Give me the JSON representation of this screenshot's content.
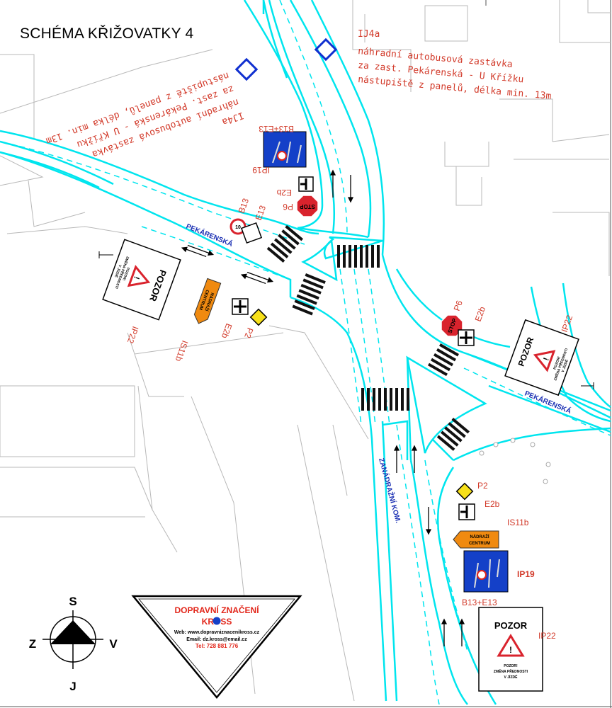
{
  "title": "SCHÉMA KŘIŽOVATKY 4",
  "notes": {
    "ij4a_code": "IJ4a",
    "ij4a_line1": "náhradní autobusová zastávka",
    "ij4a_line2": "za zast. Pekárenská - U Křížku",
    "ij4a_line3": "nástupiště z panelů, délka min. 13m",
    "ij4_code": "IJ4a",
    "ij4_line1": "náhradní autobusová zastávka",
    "ij4_line2": "za zast. Pekárenská - U Křížku",
    "ij4_line3": "nástupiště z panelů, délka min. 13m"
  },
  "roads": {
    "pekarenska_west": "PEKÁRENSKÁ",
    "pekarenska_east": "PEKÁRENSKÁ",
    "zanadrazni": "ZANÁDRAŽNÍ KOM."
  },
  "sign_codes": {
    "b13_e13_top": "B13+E13",
    "ip19_top": "IP19",
    "e2b_top": "E2b",
    "p6_top": "P6",
    "b13_left": "B13",
    "e13_left": "E13",
    "ip22_left": "IP22",
    "is11b_left": "IS11b",
    "e2b_left": "E2b",
    "p2_left": "P2",
    "p6_right": "P6",
    "e2b_right": "E2b",
    "ip22_right": "IP22",
    "p2_bottom": "P2",
    "e2b_bottom": "E2b",
    "is11b_bottom": "IS11b",
    "ip19_bottom": "IP19",
    "b13_e13_bottom": "B13+E13",
    "ip22_bottom": "IP22"
  },
  "signs": {
    "stop": "STOP",
    "pozor": "POZOR",
    "pozor_sub1": "POZOR!",
    "pozor_sub2": "ZMĚNA PŘEDNOSTI",
    "pozor_sub3": "V JÍZDĚ",
    "is11b_text1": "NÁDRAŽÍ",
    "is11b_text2": "CENTRUM",
    "b13_value": "10"
  },
  "compass": {
    "north": "S",
    "south": "J",
    "west": "Z",
    "east": "V"
  },
  "logo": {
    "line1": "DOPRAVNÍ ZNAČENÍ",
    "line2": "KROSS",
    "web": "Web: www.dopravniznacenikross.cz",
    "email": "Email: dz.kross@email.cz",
    "phone": "Tel: 728 881 776"
  },
  "colors": {
    "road_edge": "#00e5ee",
    "note_red": "#d23a2a",
    "label_blue": "#1a2fb3",
    "ij_blue": "#1030d0",
    "ip19_blue": "#1440c8",
    "is11b_orange": "#f08a10",
    "p2_yellow": "#f7e01a",
    "stop_red": "#d9232d"
  }
}
